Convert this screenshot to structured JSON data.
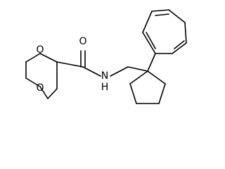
{
  "molecule": {
    "atoms": {
      "carbonyl_oxygen": "O",
      "ring_oxygen_top": "O",
      "ring_oxygen_bottom": "O",
      "amide_nitrogen": "N",
      "amide_hydrogen": "H"
    }
  }
}
